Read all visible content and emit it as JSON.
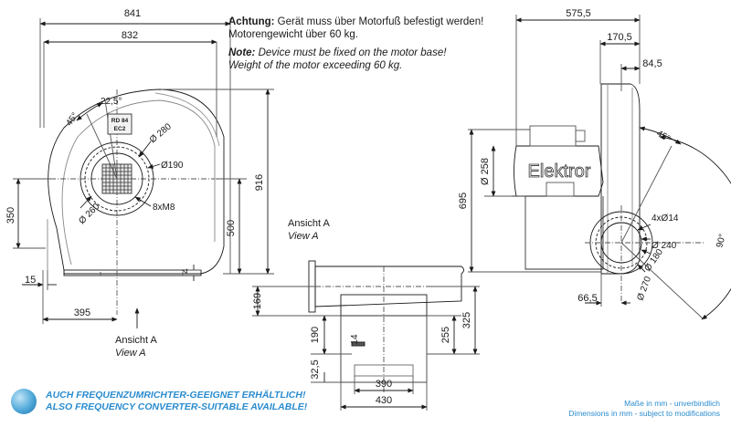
{
  "notes": {
    "de_bold": "Achtung:",
    "de_line1": "Gerät muss über Motorfuß befestigt werden!",
    "de_line2": "Motorengewicht über 60 kg.",
    "en_bold": "Note:",
    "en_line1": "Device must be fixed on the motor base!",
    "en_line2": "Weight of the motor exceeding 60 kg."
  },
  "view_labels": {
    "view_a_side_de": "Ansicht A",
    "view_a_side_en": "View A",
    "view_a_bottom_de": "Ansicht A",
    "view_a_bottom_en": "View A"
  },
  "dimensions": {
    "front": {
      "width_841": "841",
      "width_832": "832",
      "angle_22": "22,5°",
      "angle_45": "45°",
      "dia_280": "Ø 280",
      "dia_190": "Ø190",
      "dia_260": "Ø 260",
      "bolts": "8xM8",
      "h_350": "350",
      "h_500": "500",
      "h_916": "916",
      "h_4": "4",
      "w_15": "15",
      "w_395": "395",
      "badge_line1": "RD 84",
      "badge_line2": "EC2"
    },
    "bottom": {
      "h_169": "169",
      "h_190": "190",
      "h_255": "255",
      "h_325": "325",
      "h_14": "14",
      "h_325b": "32,5",
      "w_390": "390",
      "w_430": "430"
    },
    "side": {
      "w_575": "575,5",
      "w_170": "170,5",
      "w_84": "84,5",
      "angle_45": "45°",
      "dia_258": "Ø 258",
      "h_695": "695",
      "holes": "4xØ14",
      "dia_240": "Ø 240",
      "dia_180": "Ø 180",
      "dia_270": "Ø 270",
      "angle_90": "90°",
      "w_66": "66,5",
      "brand": "Elektror"
    }
  },
  "banner": {
    "line1": "AUCH FREQUENZUMRICHTER-GEEIGNET ERHÄLTLICH!",
    "line2": "ALSO FREQUENCY CONVERTER-SUITABLE AVAILABLE!"
  },
  "footnote": {
    "line1": "Maße in mm - unverbindlich",
    "line2": "Dimensions in mm - subject to modifications"
  }
}
